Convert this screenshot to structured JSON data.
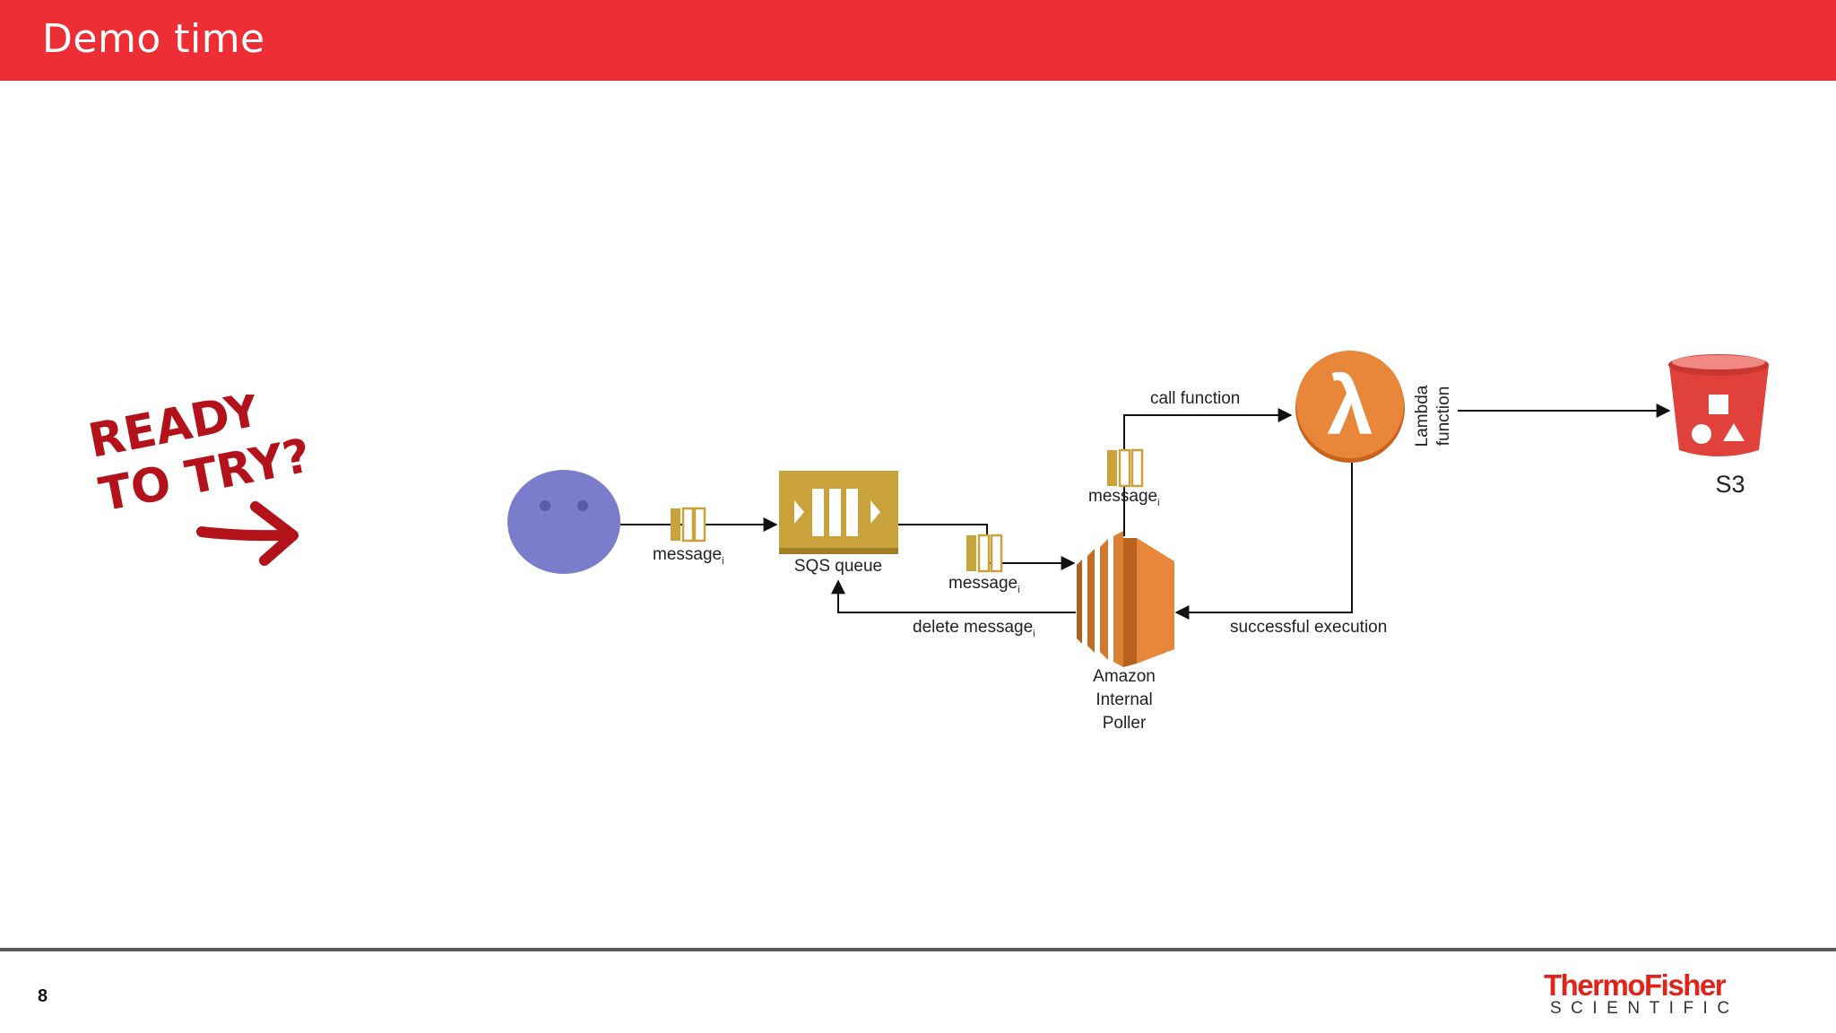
{
  "slide": {
    "title": "Demo time",
    "page_number": "8"
  },
  "sticker": {
    "line1": "READY",
    "line2": "TO TRY?"
  },
  "diagram": {
    "message_label": "message",
    "message_subscript": "i",
    "sqs_label": "SQS queue",
    "delete_label": "delete message",
    "call_label": "call function",
    "success_label": "successful execution",
    "poller_line1": "Amazon",
    "poller_line2": "Internal",
    "poller_line3": "Poller",
    "lambda_line1": "Lambda",
    "lambda_line2": "function",
    "lambda_symbol": "λ",
    "s3_label": "S3"
  },
  "logo": {
    "brand_line1": "ThermoFisher",
    "brand_line2": "SCIENTIFIC"
  },
  "colors": {
    "header_red": "#ee2e35",
    "sqs_gold": "#c9a23b",
    "lambda_orange": "#e8873a",
    "poller_orange": "#e8873a",
    "s3_red": "#e0423b",
    "sticker_red": "#b3121b",
    "user_purple": "#7b7ccc"
  },
  "icons": [
    "sqs-queue-icon",
    "lambda-icon",
    "poller-icon",
    "s3-bucket-icon",
    "message-icon",
    "user-face-icon"
  ]
}
